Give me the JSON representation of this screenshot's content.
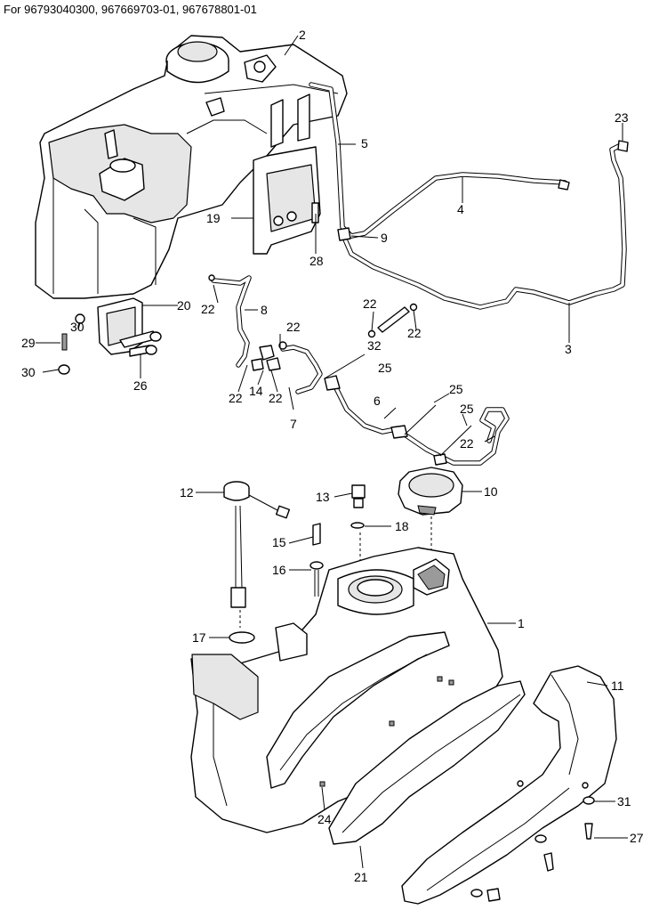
{
  "header": {
    "title": "For 96793040300, 967669703-01, 967678801-01"
  },
  "callouts": [
    {
      "id": "c1",
      "text": "1"
    },
    {
      "id": "c2",
      "text": "2"
    },
    {
      "id": "c3",
      "text": "3"
    },
    {
      "id": "c4",
      "text": "4"
    },
    {
      "id": "c5",
      "text": "5"
    },
    {
      "id": "c6",
      "text": "6"
    },
    {
      "id": "c7",
      "text": "7"
    },
    {
      "id": "c8",
      "text": "8"
    },
    {
      "id": "c9",
      "text": "9"
    },
    {
      "id": "c10",
      "text": "10"
    },
    {
      "id": "c11",
      "text": "11"
    },
    {
      "id": "c12",
      "text": "12"
    },
    {
      "id": "c13",
      "text": "13"
    },
    {
      "id": "c14",
      "text": "14"
    },
    {
      "id": "c15",
      "text": "15"
    },
    {
      "id": "c16",
      "text": "16"
    },
    {
      "id": "c17",
      "text": "17"
    },
    {
      "id": "c18",
      "text": "18"
    },
    {
      "id": "c19",
      "text": "19"
    },
    {
      "id": "c20",
      "text": "20"
    },
    {
      "id": "c21",
      "text": "21"
    },
    {
      "id": "c22a",
      "text": "22"
    },
    {
      "id": "c22b",
      "text": "22"
    },
    {
      "id": "c22c",
      "text": "22"
    },
    {
      "id": "c22d",
      "text": "22"
    },
    {
      "id": "c22e",
      "text": "22"
    },
    {
      "id": "c22f",
      "text": "22"
    },
    {
      "id": "c22g",
      "text": "22"
    },
    {
      "id": "c23",
      "text": "23"
    },
    {
      "id": "c24",
      "text": "24"
    },
    {
      "id": "c25a",
      "text": "25"
    },
    {
      "id": "c25b",
      "text": "25"
    },
    {
      "id": "c25c",
      "text": "25"
    },
    {
      "id": "c26",
      "text": "26"
    },
    {
      "id": "c27",
      "text": "27"
    },
    {
      "id": "c28",
      "text": "28"
    },
    {
      "id": "c29",
      "text": "29"
    },
    {
      "id": "c30a",
      "text": "30"
    },
    {
      "id": "c30b",
      "text": "30"
    },
    {
      "id": "c31",
      "text": "31"
    },
    {
      "id": "c32",
      "text": "32"
    }
  ]
}
